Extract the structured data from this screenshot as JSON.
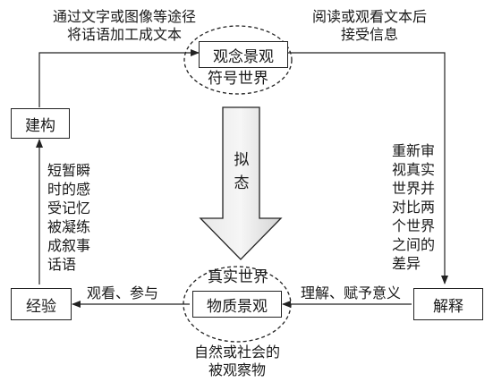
{
  "nodes": {
    "concept": "观念景观",
    "concept_world": "符号世界",
    "material": "物质景观",
    "material_world": "真实世界",
    "construct": "建构",
    "experience": "经验",
    "interpret": "解释"
  },
  "labels": {
    "top_left": [
      "通过文字或图像等途径",
      "将话语加工成文本"
    ],
    "top_right": [
      "阅读或观看文本后",
      "接受信息"
    ],
    "left_side": "短暂瞬\n时的感\n受记忆\n被凝练\n成叙事\n话语",
    "right_side": "重新审\n视真实\n世界并\n对比两\n个世界\n之间的\n差异",
    "bottom_left": "观看、参与",
    "bottom_right": "理解、赋予意义",
    "bottom_caption": [
      "自然或社会的",
      "被观察物"
    ],
    "center_arrow": "拟\n态"
  }
}
